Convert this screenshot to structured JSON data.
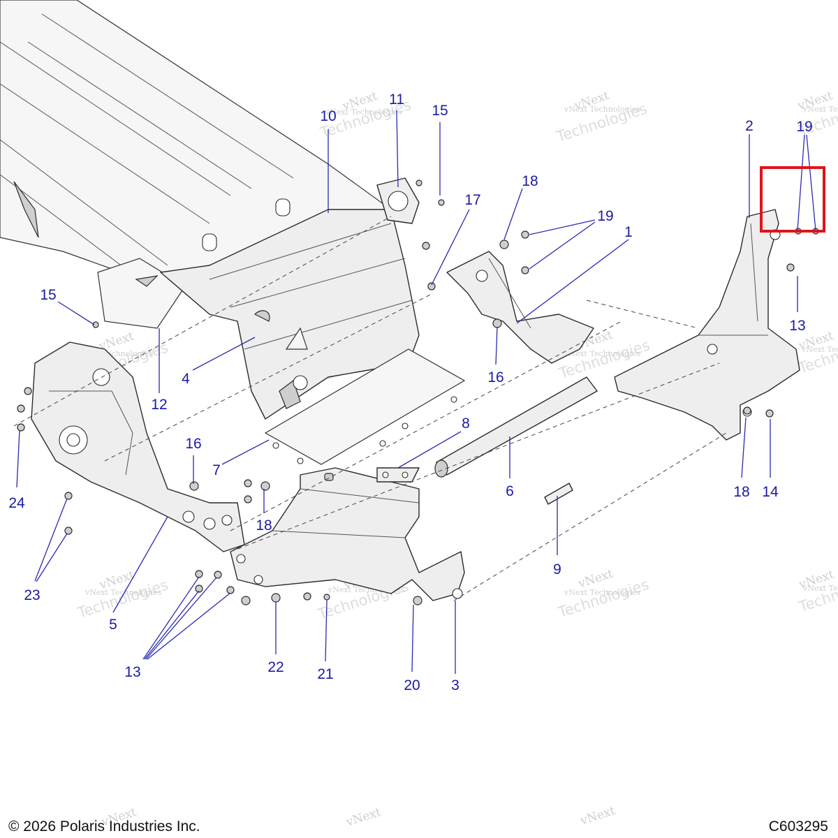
{
  "callouts": {
    "c1": "1",
    "c2": "2",
    "c3": "3",
    "c4": "4",
    "c5": "5",
    "c6": "6",
    "c7": "7",
    "c8": "8",
    "c9": "9",
    "c10": "10",
    "c11": "11",
    "c12": "12",
    "c13a": "13",
    "c13b": "13",
    "c14": "14",
    "c15a": "15",
    "c15b": "15",
    "c16a": "16",
    "c16b": "16",
    "c17": "17",
    "c18a": "18",
    "c18b": "18",
    "c18c": "18",
    "c19a": "19",
    "c19b": "19",
    "c20": "20",
    "c21": "21",
    "c22": "22",
    "c23": "23",
    "c24": "24"
  },
  "watermark": {
    "brand": "vNext",
    "company": "Technologies",
    "line": "vNext Technologies"
  },
  "footer": {
    "copyright": "© 2026 Polaris Industries Inc.",
    "code": "C603295"
  },
  "colors": {
    "callout_text": "#1a1aa6",
    "highlight": "#e0141c",
    "line_art": "#2a2a2a"
  }
}
